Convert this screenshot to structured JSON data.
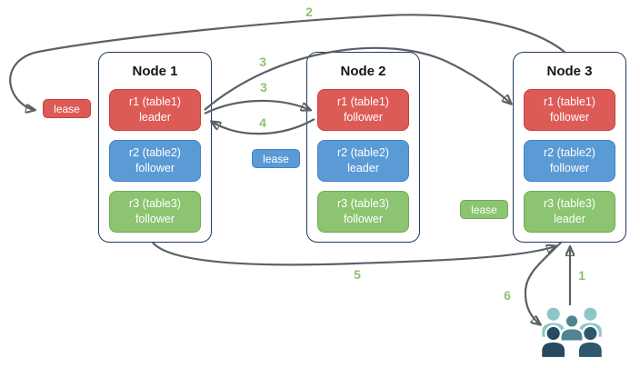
{
  "nodes": [
    {
      "title": "Node 1",
      "replicas": [
        {
          "label": "r1 (table1)",
          "role": "leader",
          "color": "#dd5b57"
        },
        {
          "label": "r2 (table2)",
          "role": "follower",
          "color": "#5b9bd5"
        },
        {
          "label": "r3 (table3)",
          "role": "follower",
          "color": "#8cc472"
        }
      ]
    },
    {
      "title": "Node 2",
      "replicas": [
        {
          "label": "r1 (table1)",
          "role": "follower",
          "color": "#dd5b57"
        },
        {
          "label": "r2 (table2)",
          "role": "leader",
          "color": "#5b9bd5"
        },
        {
          "label": "r3 (table3)",
          "role": "follower",
          "color": "#8cc472"
        }
      ]
    },
    {
      "title": "Node 3",
      "replicas": [
        {
          "label": "r1 (table1)",
          "role": "follower",
          "color": "#dd5b57"
        },
        {
          "label": "r2 (table2)",
          "role": "follower",
          "color": "#5b9bd5"
        },
        {
          "label": "r3 (table3)",
          "role": "leader",
          "color": "#8cc472"
        }
      ]
    }
  ],
  "leases": [
    {
      "label": "lease",
      "color": "#dd5b57"
    },
    {
      "label": "lease",
      "color": "#5b9bd5"
    },
    {
      "label": "lease",
      "color": "#8cc472"
    }
  ],
  "steps": {
    "s1": "1",
    "s2": "2",
    "s3a": "3",
    "s3b": "3",
    "s4": "4",
    "s5": "5",
    "s6": "6"
  },
  "edges": [
    {
      "step": "1",
      "from": "clients",
      "to": "Node 3"
    },
    {
      "step": "2",
      "from": "Node 3",
      "to": "lease at Node 1 (r1 leader)"
    },
    {
      "step": "3",
      "from": "Node 1 r1 leader",
      "to": "Node 3 r1 follower"
    },
    {
      "step": "3",
      "from": "Node 1 r1 leader",
      "to": "Node 2 r1 follower"
    },
    {
      "step": "4",
      "from": "Node 2 r1 follower",
      "to": "Node 1 r1 leader"
    },
    {
      "step": "5",
      "from": "Node 1",
      "to": "Node 3 r3 leader"
    },
    {
      "step": "6",
      "from": "Node 3",
      "to": "clients"
    }
  ],
  "icons": {
    "clients": "users-group-icon"
  },
  "colors": {
    "red_fill": "#dd5b57",
    "red_stroke": "#c5403d",
    "blue_fill": "#5b9bd5",
    "blue_stroke": "#4183c4",
    "green_fill": "#8cc472",
    "green_stroke": "#71a956",
    "node_border": "#1f3a5f",
    "arrow": "#5d6063",
    "step_label": "#8fc16e",
    "users_light": "#8dc6c6",
    "users_medium": "#4e8591",
    "users_dark": "#264a5f",
    "users_dark2": "#2f586c"
  }
}
